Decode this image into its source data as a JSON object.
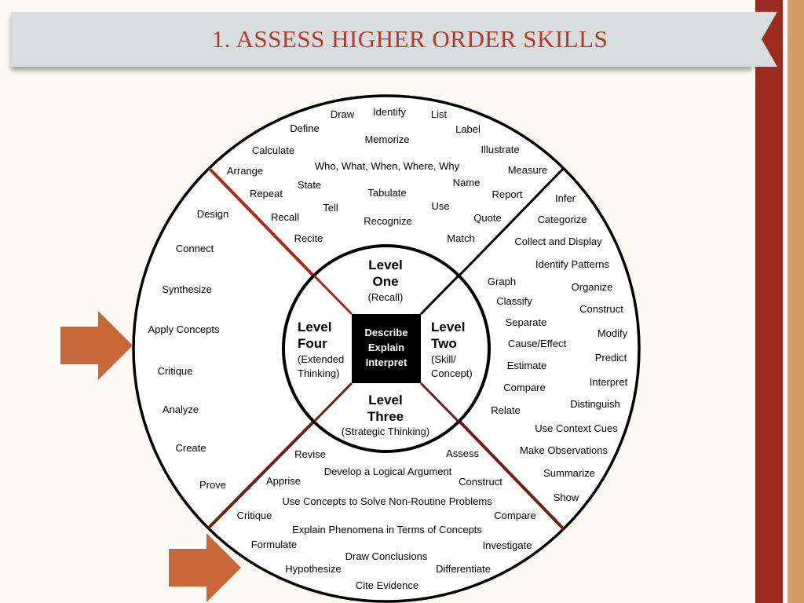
{
  "slide": {
    "title": "1. ASSESS HIGHER ORDER SKILLS"
  },
  "colors": {
    "title": "#b23b2f",
    "divider_red": "#b0281c",
    "divider_dark": "#6e1f17",
    "arrow": "#c8683a",
    "stripe_red": "#9b2c1f",
    "stripe_tan": "#d49b63",
    "banner": "#d7dcdc"
  },
  "center": {
    "lines": [
      "Describe",
      "Explain",
      "Interpret"
    ]
  },
  "levels": {
    "one": {
      "line1": "Level",
      "line2": "One",
      "sub": [
        "(Recall)"
      ]
    },
    "two": {
      "line1": "Level",
      "line2": "Two",
      "sub": [
        "(Skill/",
        "Concept)"
      ]
    },
    "three": {
      "line1": "Level",
      "line2": "Three",
      "sub": [
        "(Strategic Thinking)"
      ]
    },
    "four": {
      "line1": "Level",
      "line2": "Four",
      "sub": [
        "(Extended",
        "Thinking)"
      ]
    }
  },
  "words": {
    "level_one": [
      "Draw",
      "Identify",
      "List",
      "Define",
      "Label",
      "Memorize",
      "Calculate",
      "Illustrate",
      "Who, What, When, Where, Why",
      "Arrange",
      "Measure",
      "State",
      "Name",
      "Repeat",
      "Tabulate",
      "Report",
      "Tell",
      "Use",
      "Recall",
      "Quote",
      "Recognize",
      "Recite",
      "Match"
    ],
    "level_two": [
      "Infer",
      "Categorize",
      "Collect and Display",
      "Identify Patterns",
      "Graph",
      "Organize",
      "Classify",
      "Construct",
      "Separate",
      "Modify",
      "Cause/Effect",
      "Predict",
      "Estimate",
      "Interpret",
      "Compare",
      "Distinguish",
      "Relate",
      "Use Context Cues",
      "Make Observations",
      "Summarize",
      "Show"
    ],
    "level_three": [
      "Revise",
      "Assess",
      "Develop a Logical Argument",
      "Apprise",
      "Construct",
      "Use Concepts to Solve Non-Routine Problems",
      "Critique",
      "Compare",
      "Explain Phenomena in Terms of Concepts",
      "Formulate",
      "Investigate",
      "Draw Conclusions",
      "Hypothesize",
      "Differentiate",
      "Cite Evidence"
    ],
    "level_four": [
      "Design",
      "Connect",
      "Synthesize",
      "Apply Concepts",
      "Critique",
      "Analyze",
      "Create",
      "Prove"
    ]
  },
  "arrows": [
    {
      "points_to": "Apply Concepts"
    },
    {
      "points_to": "Level Three"
    }
  ]
}
